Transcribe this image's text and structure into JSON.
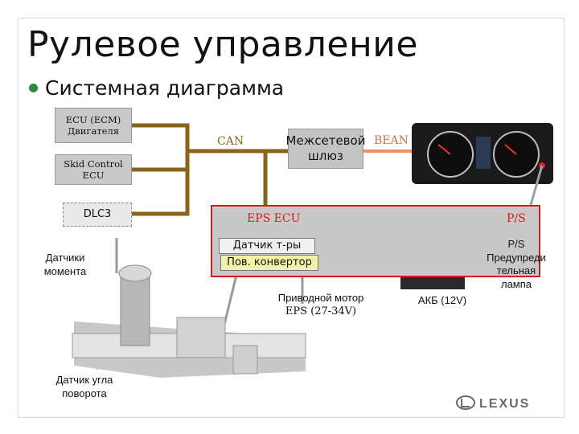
{
  "slide": {
    "title": "Рулевое управление",
    "bullet": "Системная диаграмма"
  },
  "nodes": {
    "ecu_engine": [
      "ECU (ECM)",
      "Двигателя"
    ],
    "skid_control": [
      "Skid Control",
      "ECU"
    ],
    "dlc3": "DLC3",
    "gateway": [
      "Межсетевой",
      "шлюз"
    ],
    "eps_ecu": "EPS ECU",
    "torque_sensor_box": "Датчик  т-ры",
    "converter_box": "Пов. конвертор",
    "ps_label": "P/S"
  },
  "bus_labels": {
    "can": "CAN",
    "bean": "BEAN"
  },
  "labels": {
    "torque_sensor": [
      "Датчики",
      "момента"
    ],
    "angle_sensor": [
      "Датчик угла",
      "поворота"
    ],
    "motor": [
      "Приводной мотор",
      "EPS  (27-34V)"
    ],
    "battery": "АКБ (12V)",
    "warning_lamp": [
      "P/S",
      "Предупреди",
      "тельная",
      "лампа"
    ]
  },
  "logo": "LEXUS",
  "colors": {
    "can_line": "#8a6418",
    "bean_line": "#e8926a",
    "eps_border": "#d81a1a",
    "converter_fill": "#f2f2a8",
    "bullet": "#2d8a3c"
  }
}
